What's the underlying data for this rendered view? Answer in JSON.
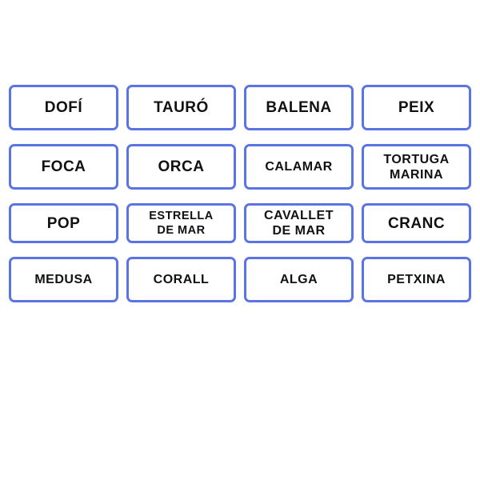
{
  "cards": [
    {
      "label": "DOFÍ",
      "size": "big"
    },
    {
      "label": "TAURÓ",
      "size": "big"
    },
    {
      "label": "BALENA",
      "size": "big"
    },
    {
      "label": "PEIX",
      "size": "big"
    },
    {
      "label": "FOCA",
      "size": "big"
    },
    {
      "label": "ORCA",
      "size": "big"
    },
    {
      "label": "CALAMAR",
      "size": "mid"
    },
    {
      "label": "TORTUGA\nMARINA",
      "size": "mid"
    },
    {
      "label": "POP",
      "size": "big"
    },
    {
      "label": "ESTRELLA\nDE MAR",
      "size": "small"
    },
    {
      "label": "CAVALLET\nDE MAR",
      "size": "mid"
    },
    {
      "label": "CRANC",
      "size": "big"
    },
    {
      "label": "MEDUSA",
      "size": "mid"
    },
    {
      "label": "CORALL",
      "size": "mid"
    },
    {
      "label": "ALGA",
      "size": "mid"
    },
    {
      "label": "PETXINA",
      "size": "mid"
    }
  ],
  "colors": {
    "border": "#5b74e4",
    "text": "#111111",
    "background": "#ffffff"
  }
}
